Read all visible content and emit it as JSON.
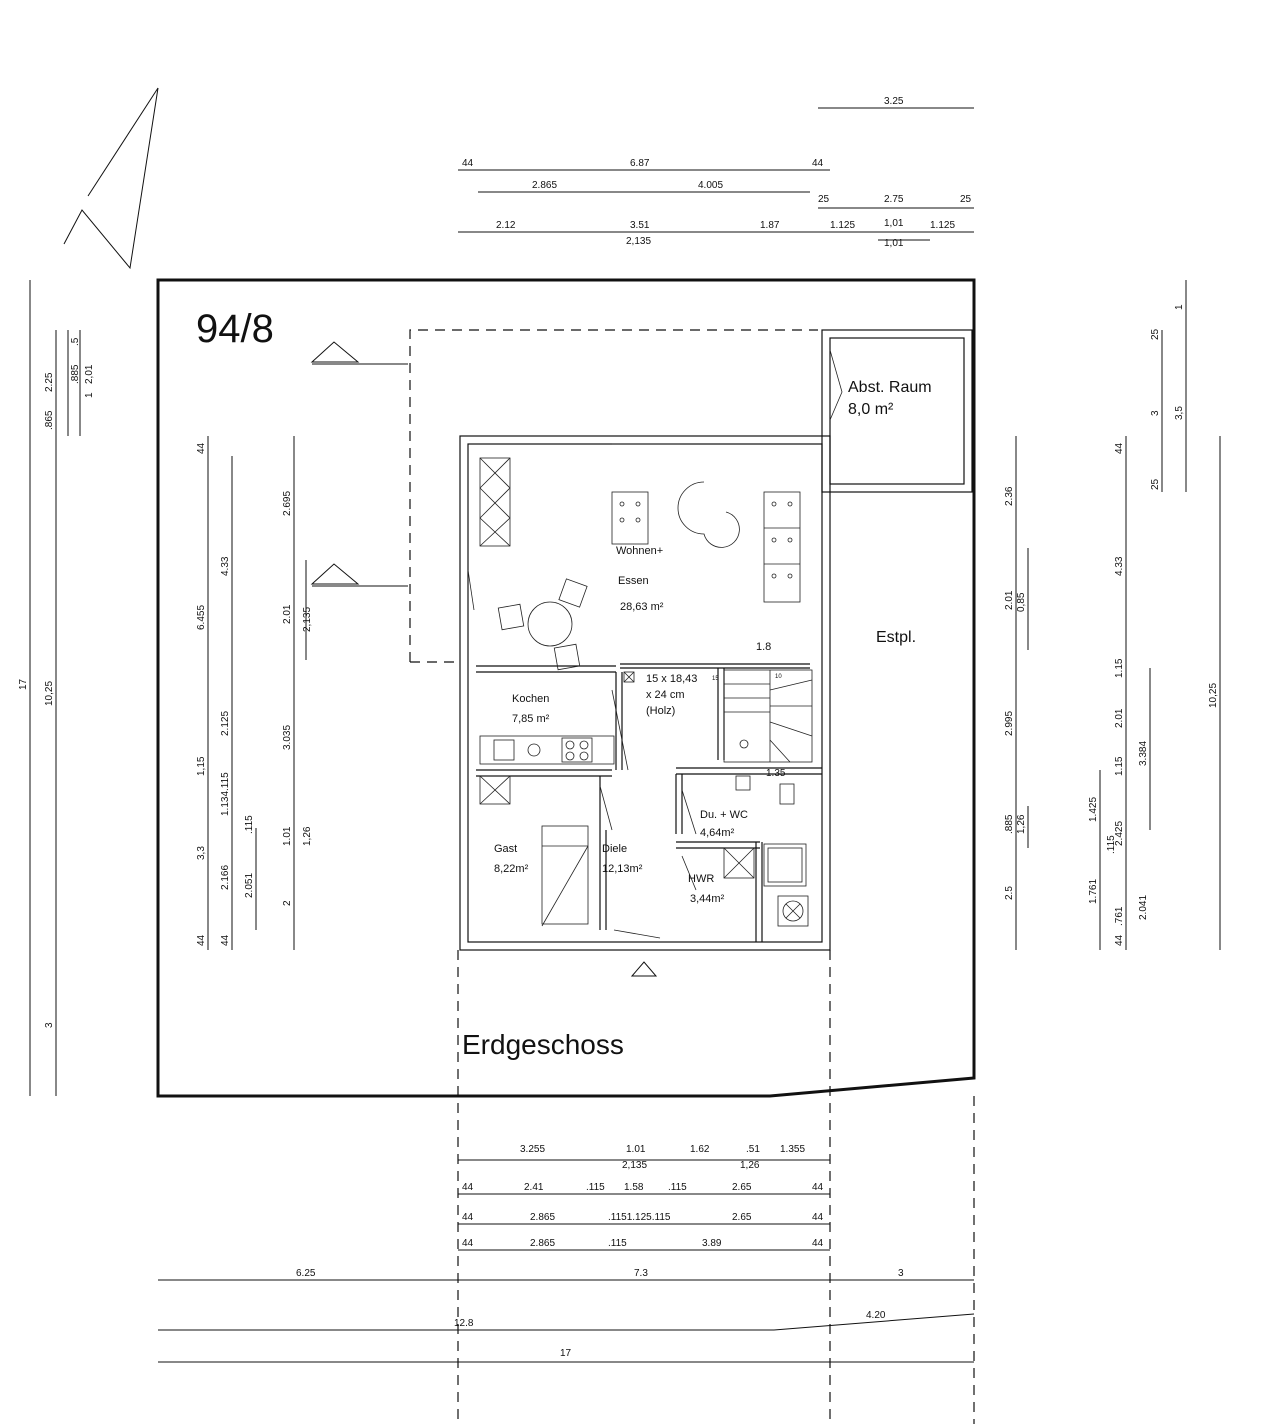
{
  "plot_number": "94/8",
  "floor_title": "Erdgeschoss",
  "rooms": {
    "wohnen_line1": "Wohnen+",
    "wohnen_line2": "Essen",
    "wohnen_area": "28,63 m²",
    "kochen": "Kochen",
    "kochen_area": "7,85 m²",
    "stairs_line1": "15 x 18,43",
    "stairs_line2": "x 24 cm",
    "stairs_line3": "(Holz)",
    "du_wc": "Du. + WC",
    "du_wc_area": "4,64m²",
    "gast": "Gast",
    "gast_area": "8,22m²",
    "diele": "Diele",
    "diele_area": "12,13m²",
    "hwr": "HWR",
    "hwr_area": "3,44m²",
    "abst_raum": "Abst. Raum",
    "abst_area": "8,0 m²",
    "estpl": "Estpl."
  },
  "dims_top": {
    "d_325": "3.25",
    "d_44a": "44",
    "d_687": "6.87",
    "d_44b": "44",
    "d_2865": "2.865",
    "d_4005": "4.005",
    "d_25a": "25",
    "d_275": "2.75",
    "d_25b": "25",
    "d_212": "2.12",
    "d_351": "3.51",
    "d_2135": "2,135",
    "d_187": "1.87",
    "d_1125a": "1.125",
    "d_101a": "1,01",
    "d_1125b": "1.125",
    "d_101b": "1,01"
  },
  "dims_bottom": {
    "r1_3255": "3.255",
    "r1_101": "1.01",
    "r1_2135": "2,135",
    "r1_162": "1.62",
    "r1_51": ".51",
    "r1_126": "1,26",
    "r1_1355": "1.355",
    "r2_44a": "44",
    "r2_241": "2.41",
    "r2_115a": ".115",
    "r2_158": "1.58",
    "r2_115b": ".115",
    "r2_265": "2.65",
    "r2_44b": "44",
    "r3_44a": "44",
    "r3_2865": "2.865",
    "r3_mid": ".1151.125.115",
    "r3_265": "2.65",
    "r3_44b": "44",
    "r4_44a": "44",
    "r4_2865": "2.865",
    "r4_115": ".115",
    "r4_389": "3.89",
    "r4_44b": "44",
    "r5_625": "6.25",
    "r5_73": "7.3",
    "r5_3": "3",
    "r6_128": "12.8",
    "r6_420": "4.20",
    "r7_17": "17"
  },
  "dims_left": {
    "a_17": "17",
    "a_1025": "10,25",
    "a_3": "3",
    "b_225": "2.25",
    "b_865": ".865",
    "c_5": ".5",
    "c_885": ".885",
    "c_201": "2,01",
    "c_1": "1",
    "d_44a": "44",
    "d_6455": "6.455",
    "d_115a": "1,15",
    "d_33": "3,3",
    "d_44b": "44",
    "e_433": "4.33",
    "e_2125": "2.125",
    "e_113": "1.134.115",
    "e_2166": "2.166",
    "e_44": "44",
    "f_115": ".115",
    "f_2051": "2.051",
    "g_2695": "2.695",
    "g_201": "2.01",
    "g_3035": "3.035",
    "g_101": "1.01",
    "g_2": "2",
    "h_2135": "2,135",
    "h_126": "1,26"
  },
  "dims_right": {
    "a_236": "2.36",
    "a_201": "2.01",
    "a_085": "0,85",
    "a_2995": "2.995",
    "a_885": ".885",
    "a_126": "1,26",
    "a_25": "2.5",
    "b_1": "1",
    "b_25a": "25",
    "b_3": "3",
    "b_35": "3,5",
    "b_25b": "25",
    "c_44a": "44",
    "c_433": "4.33",
    "c_115a": "1.15",
    "c_201": "2.01",
    "c_115b": "1.15",
    "c_2425": "2.425",
    "c_115c": ".115",
    "c_2041": "2.041",
    "c_44b": "44",
    "d_3384": "3.384",
    "d_1425": "1.425",
    "d_1761": "1.761",
    "d_761": ".761",
    "e_1025": "10,25"
  },
  "stair_label": "1.8",
  "stair_small": "1.35",
  "stair_num1": "10",
  "stair_num2": "15"
}
